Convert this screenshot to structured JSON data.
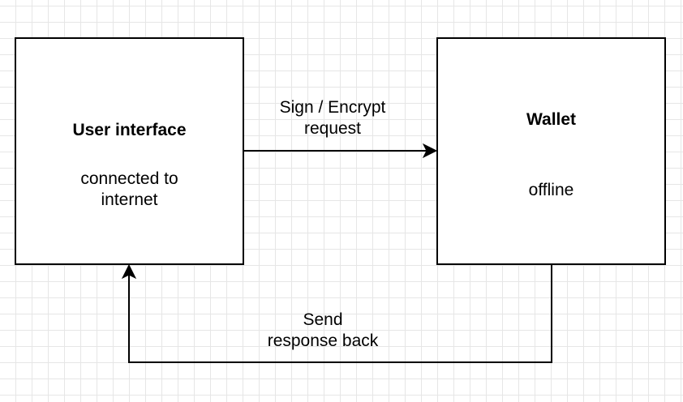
{
  "nodes": {
    "user_interface": {
      "title": "User interface",
      "status_line1": "connected to",
      "status_line2": "internet"
    },
    "wallet": {
      "title": "Wallet",
      "status": "offline"
    }
  },
  "edges": {
    "request": {
      "line1": "Sign / Encrypt",
      "line2": "request"
    },
    "response": {
      "line1": "Send",
      "line2": "response back"
    }
  },
  "colors": {
    "stroke": "#000000",
    "grid": "#e6e6e6",
    "background": "#ffffff"
  }
}
